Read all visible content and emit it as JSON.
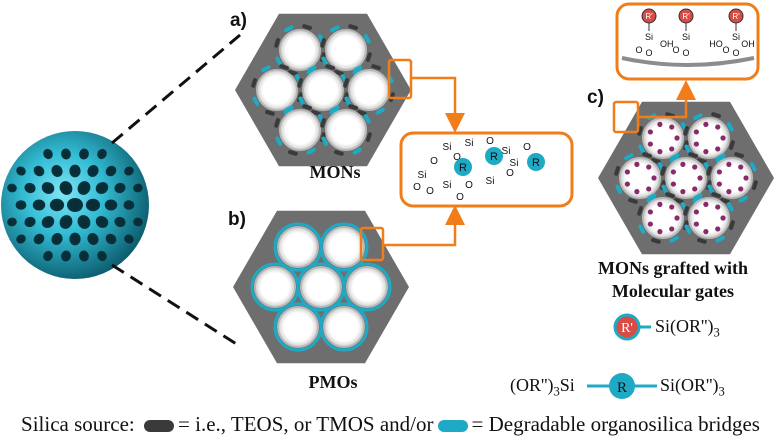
{
  "labels": {
    "a": "a)",
    "b": "b)",
    "c": "c)"
  },
  "titles": {
    "mons": "MONs",
    "pmos": "PMOs",
    "grafted_line1": "MONs grafted with",
    "grafted_line2": "Molecular gates"
  },
  "gate_formula": {
    "r_label": "R'",
    "text": "Si(OR'')",
    "sub": "3"
  },
  "bridge_formula": {
    "left": "(OR'')",
    "left_sub": "3",
    "left_si": "Si",
    "r_label": "R",
    "right": "Si(OR'')",
    "right_sub": "3"
  },
  "zoom_mons": {
    "si": "Si",
    "o": "O",
    "r": "R"
  },
  "zoom_grafted": {
    "r_label": "R'",
    "si": "Si",
    "o": "O",
    "oh": "OH",
    "ho": "HO"
  },
  "caption": {
    "prefix": "Silica source:",
    "part1": "= i.e., TEOS, or TMOS and/or",
    "part2": "= Degradable organosilica bridges"
  },
  "colors": {
    "teal": "#1ea9c4",
    "orange": "#f07d1a",
    "grey": "#6e6e6e",
    "dark_pill": "#3a3a3a",
    "gate_red": "#d94b45",
    "dot_purple": "#8a2a6a"
  }
}
